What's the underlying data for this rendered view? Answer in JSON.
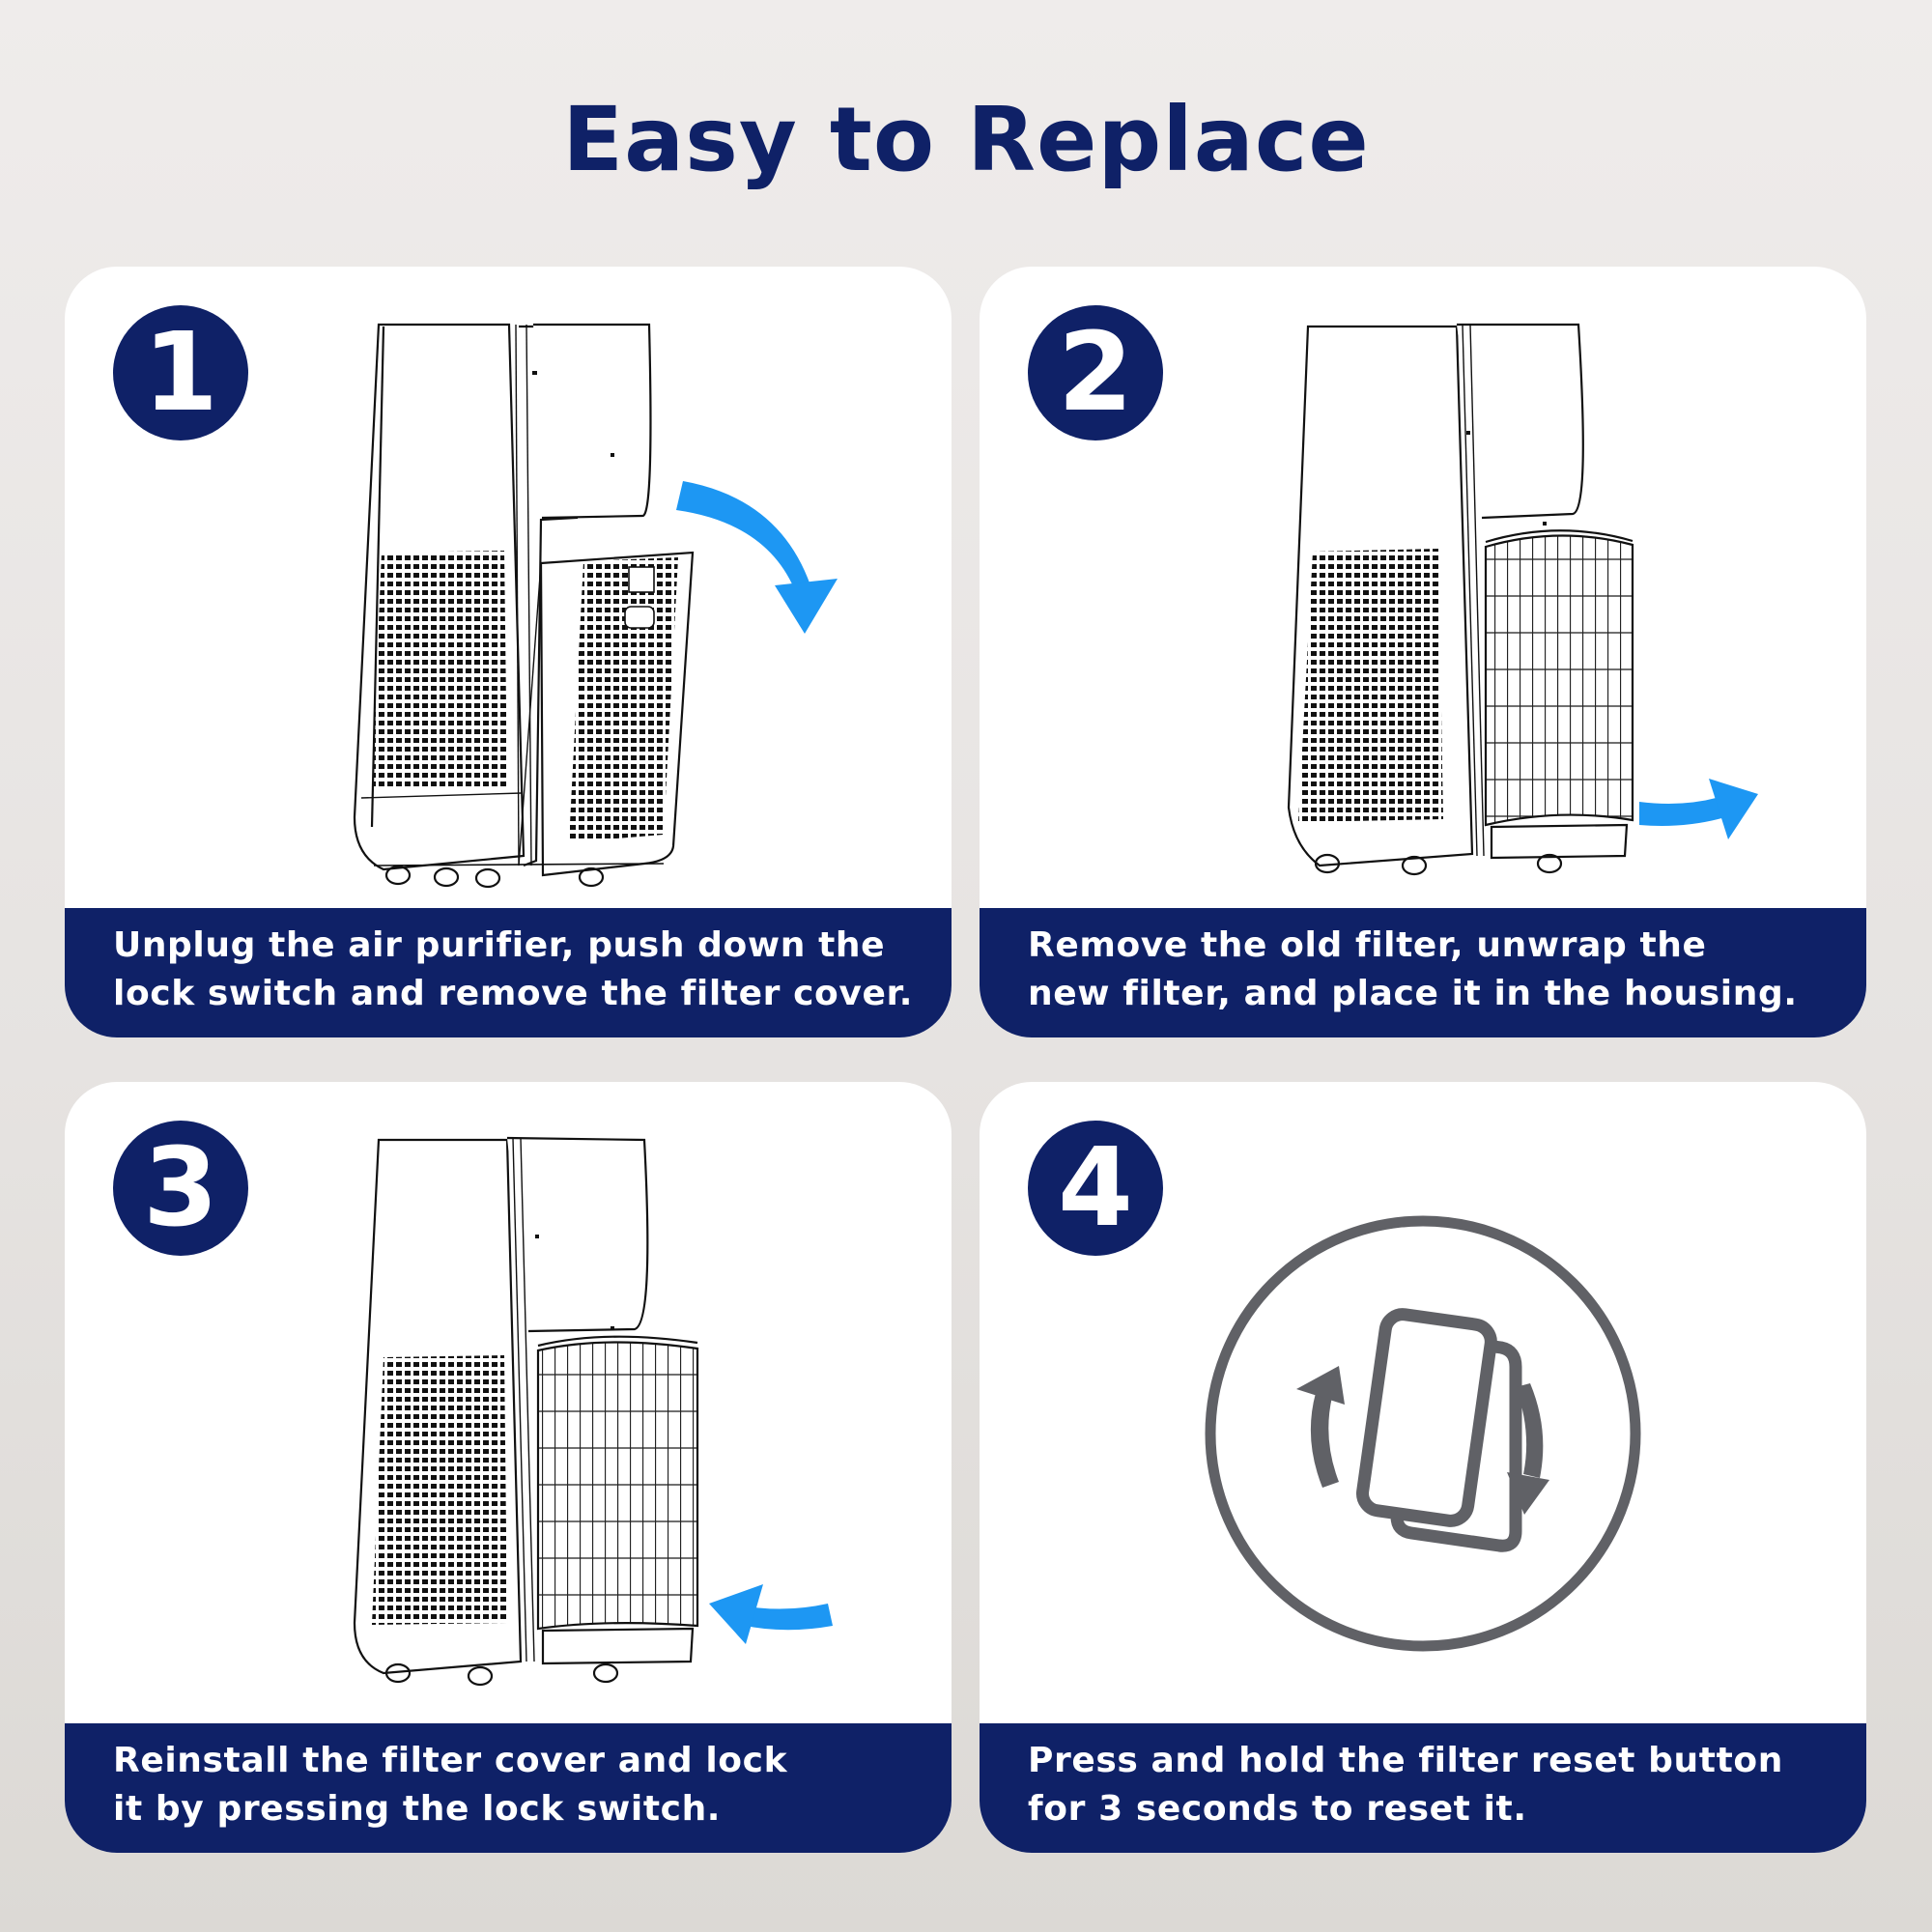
{
  "page": {
    "title": "Easy to Replace",
    "colors": {
      "navy": "#0f2167",
      "arrow_blue": "#1d97f3",
      "icon_gray": "#606166",
      "card_bg": "#ffffff",
      "page_bg": "#e9e6e4"
    }
  },
  "steps": [
    {
      "number": "1",
      "illustration": "purifier-filter-cover-removal",
      "arrow": "curved-arrow-down-right",
      "caption_lines": [
        "Unplug the air purifier, push down the",
        "lock switch and remove the filter cover."
      ]
    },
    {
      "number": "2",
      "illustration": "purifier-filter-pull-out",
      "arrow": "arrow-right",
      "caption_lines": [
        "Remove the old filter, unwrap the",
        "new filter, and place it in the housing."
      ]
    },
    {
      "number": "3",
      "illustration": "purifier-filter-insert",
      "arrow": "arrow-left",
      "caption_lines": [
        "Reinstall the filter cover and lock",
        "it by pressing the lock switch."
      ]
    },
    {
      "number": "4",
      "illustration": "filter-reset-icon",
      "arrow": "rotate-arrows",
      "caption_lines": [
        "Press and hold the filter reset button",
        "for 3 seconds to reset it."
      ]
    }
  ]
}
